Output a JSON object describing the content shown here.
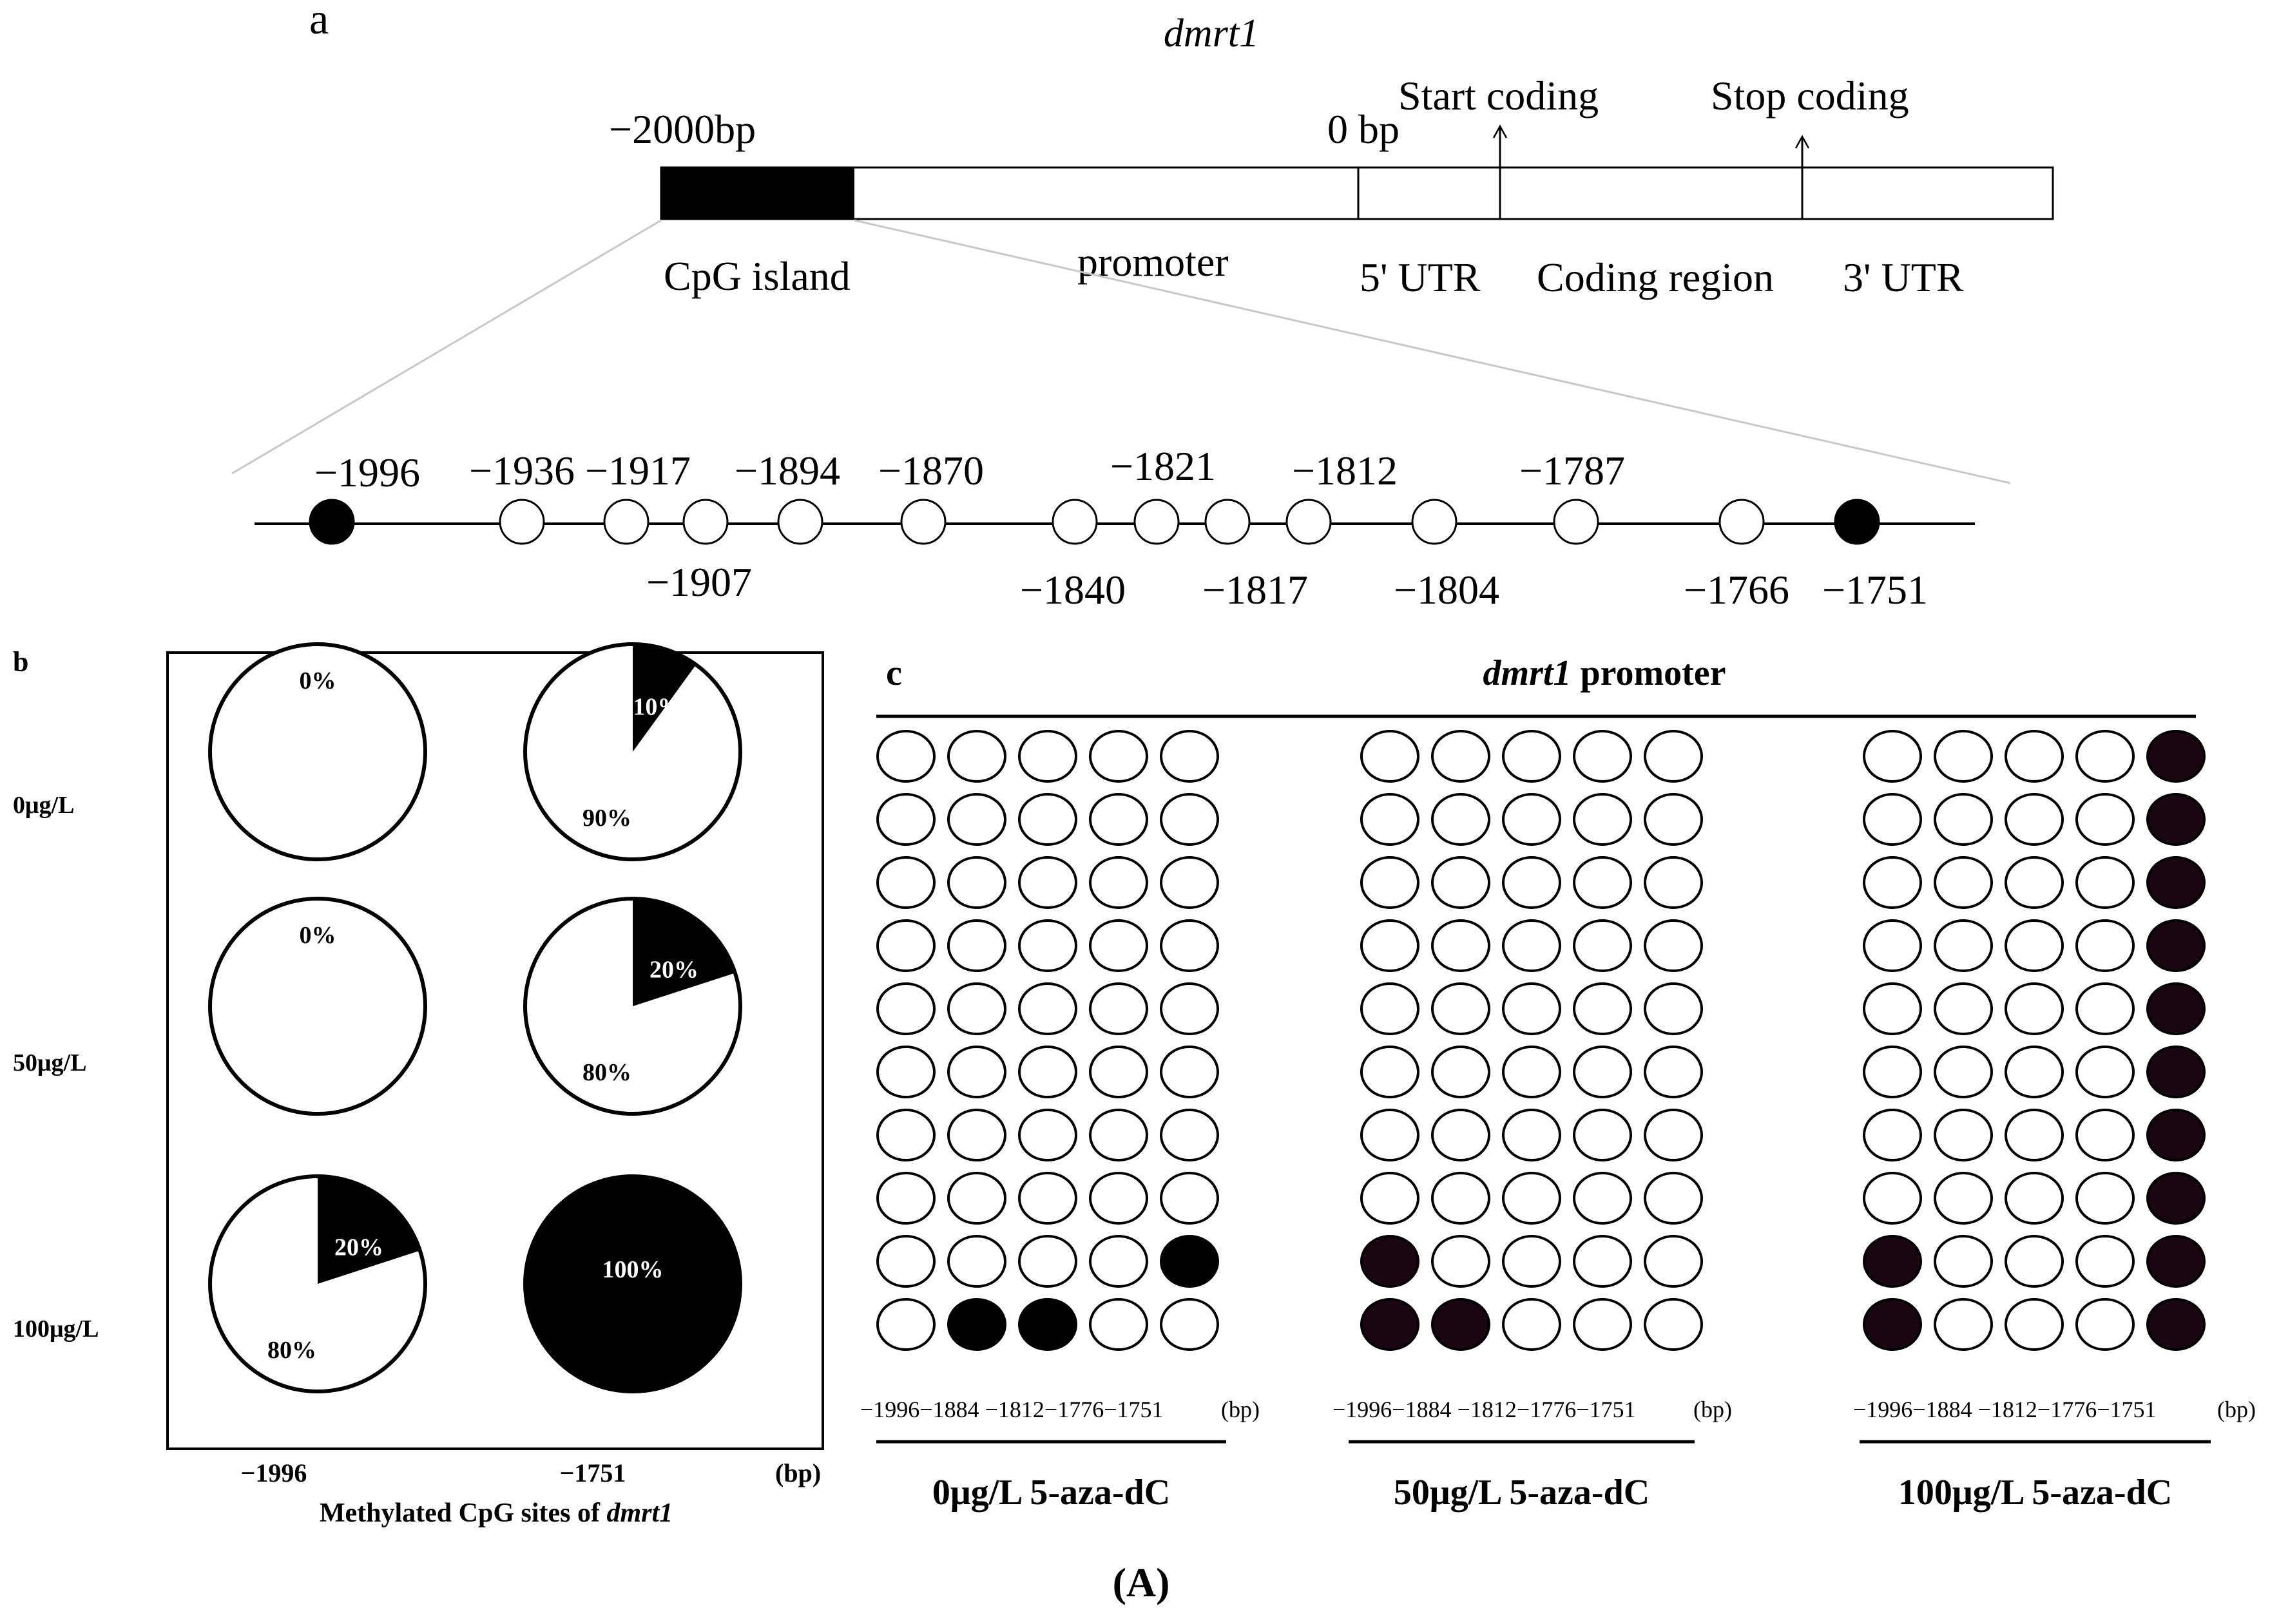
{
  "panel_a": {
    "letter": "a",
    "gene": "dmrt1",
    "start_label": "−2000bp",
    "zero_label": "0 bp",
    "start_coding": "Start coding",
    "stop_coding": "Stop coding",
    "regions": [
      "CpG island",
      "promoter",
      "5' UTR",
      "Coding region",
      "3' UTR"
    ],
    "cpg_sites": [
      {
        "label": "−1996",
        "methylated": true,
        "label_side": "above"
      },
      {
        "label": "−1936",
        "methylated": false,
        "label_side": "above"
      },
      {
        "label": "−1917",
        "methylated": false,
        "label_side": "above"
      },
      {
        "label": "−1907",
        "methylated": false,
        "label_side": "below"
      },
      {
        "label": "−1894",
        "methylated": false,
        "label_side": "above"
      },
      {
        "label": "−1870",
        "methylated": false,
        "label_side": "above"
      },
      {
        "label": "−1840",
        "methylated": false,
        "label_side": "below"
      },
      {
        "label": "−1821",
        "methylated": false,
        "label_side": "above"
      },
      {
        "label": "−1817",
        "methylated": false,
        "label_side": "below"
      },
      {
        "label": "−1812",
        "methylated": false,
        "label_side": "above"
      },
      {
        "label": "−1804",
        "methylated": false,
        "label_side": "below"
      },
      {
        "label": "−1787",
        "methylated": false,
        "label_side": "above"
      },
      {
        "label": "−1766",
        "methylated": false,
        "label_side": "below"
      },
      {
        "label": "−1751",
        "methylated": true,
        "label_side": "below"
      }
    ]
  },
  "panel_b": {
    "letter": "b",
    "rows": [
      "0μg/L",
      "50μg/L",
      "100μg/L"
    ],
    "x_ticks": [
      "−1996",
      "−1751"
    ],
    "x_unit": "(bp)",
    "xlabel_prefix": "Methylated CpG sites of ",
    "xlabel_gene": "dmrt1",
    "pies": [
      [
        {
          "methylated_pct": 0,
          "labels": [
            "0%"
          ]
        },
        {
          "methylated_pct": 10,
          "labels": [
            "10%",
            "90%"
          ]
        }
      ],
      [
        {
          "methylated_pct": 0,
          "labels": [
            "0%"
          ]
        },
        {
          "methylated_pct": 20,
          "labels": [
            "20%",
            "80%"
          ]
        }
      ],
      [
        {
          "methylated_pct": 20,
          "labels": [
            "20%",
            "80%"
          ]
        },
        {
          "methylated_pct": 100,
          "labels": [
            "100%"
          ]
        }
      ]
    ]
  },
  "panel_c": {
    "letter": "c",
    "title_gene": "dmrt1",
    "title_rest": " promoter",
    "site_labels": "−1996−1884 −1812−1776−1751",
    "unit": "(bp)",
    "groups": [
      {
        "label": "0μg/L 5-aza-dC",
        "grid": [
          [
            0,
            0,
            0,
            0,
            0
          ],
          [
            0,
            0,
            0,
            0,
            0
          ],
          [
            0,
            0,
            0,
            0,
            0
          ],
          [
            0,
            0,
            0,
            0,
            0
          ],
          [
            0,
            0,
            0,
            0,
            0
          ],
          [
            0,
            0,
            0,
            0,
            0
          ],
          [
            0,
            0,
            0,
            0,
            0
          ],
          [
            0,
            0,
            0,
            0,
            0
          ],
          [
            0,
            0,
            0,
            0,
            1
          ],
          [
            0,
            1,
            1,
            0,
            0
          ]
        ]
      },
      {
        "label": "50μg/L 5-aza-dC",
        "grid": [
          [
            0,
            0,
            0,
            0,
            0
          ],
          [
            0,
            0,
            0,
            0,
            0
          ],
          [
            0,
            0,
            0,
            0,
            0
          ],
          [
            0,
            0,
            0,
            0,
            0
          ],
          [
            0,
            0,
            0,
            0,
            0
          ],
          [
            0,
            0,
            0,
            0,
            0
          ],
          [
            0,
            0,
            0,
            0,
            0
          ],
          [
            0,
            0,
            0,
            0,
            0
          ],
          [
            1,
            0,
            0,
            0,
            0
          ],
          [
            1,
            1,
            0,
            0,
            0
          ]
        ]
      },
      {
        "label": "100μg/L 5-aza-dC",
        "grid": [
          [
            0,
            0,
            0,
            0,
            1
          ],
          [
            0,
            0,
            0,
            0,
            1
          ],
          [
            0,
            0,
            0,
            0,
            1
          ],
          [
            0,
            0,
            0,
            0,
            1
          ],
          [
            0,
            0,
            0,
            0,
            1
          ],
          [
            0,
            0,
            0,
            0,
            1
          ],
          [
            0,
            0,
            0,
            0,
            1
          ],
          [
            0,
            0,
            0,
            0,
            1
          ],
          [
            1,
            0,
            0,
            0,
            1
          ],
          [
            1,
            0,
            0,
            0,
            1
          ]
        ]
      }
    ]
  },
  "caption": "(A)",
  "colors": {
    "methylated": "#000000",
    "methylated_c": "#1a0612",
    "unmethylated": "#ffffff",
    "line": "#000000",
    "guide": "#c8c8c8"
  }
}
